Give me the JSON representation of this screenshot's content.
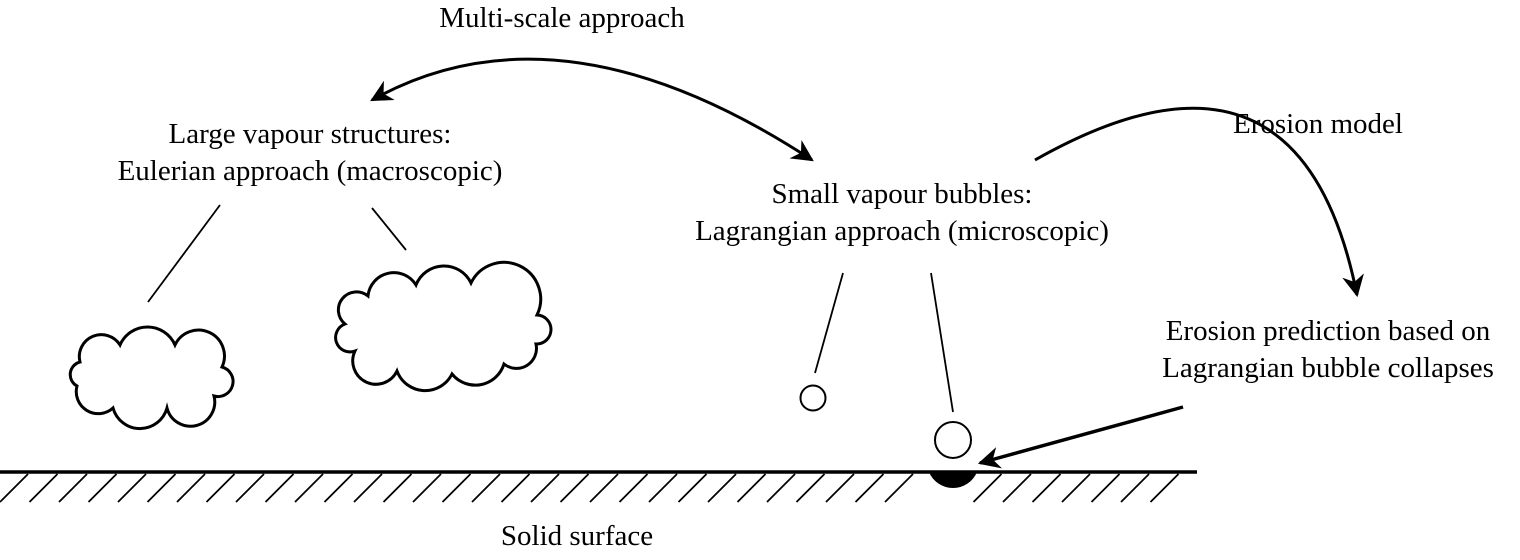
{
  "labels": {
    "multiscale": "Multi-scale approach",
    "large_1": "Large vapour structures:",
    "large_2": "Eulerian approach (macroscopic)",
    "small_1": "Small vapour bubbles:",
    "small_2": "Lagrangian approach (microscopic)",
    "erosion_model": "Erosion model",
    "pred_1": "Erosion prediction based on",
    "pred_2": "Lagrangian bubble collapses",
    "surface": "Solid surface"
  },
  "colors": {
    "ink": "#000000",
    "background": "#ffffff"
  }
}
